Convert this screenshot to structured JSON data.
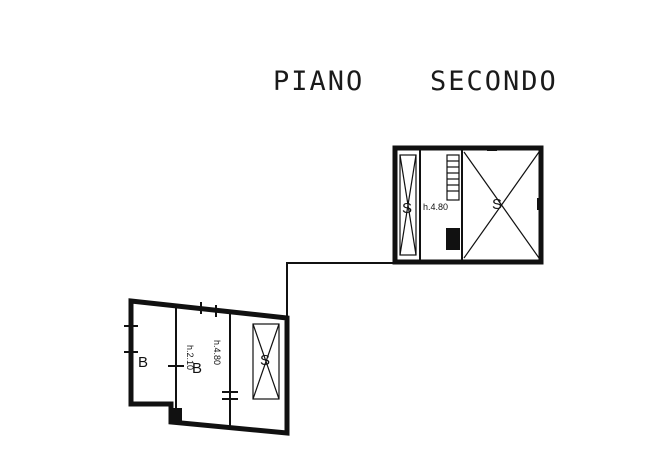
{
  "floor_title": {
    "word1": "PIANO",
    "word2": "SECONDO"
  },
  "upper_block": {
    "left_room_label": "S",
    "height_label": "h.4.80",
    "right_room_label": "S"
  },
  "lower_block": {
    "room1_label": "B",
    "height_label_1": "h.2.10",
    "room2_label": "B",
    "height_label_2": "h.4.80",
    "room3_label": "S"
  }
}
